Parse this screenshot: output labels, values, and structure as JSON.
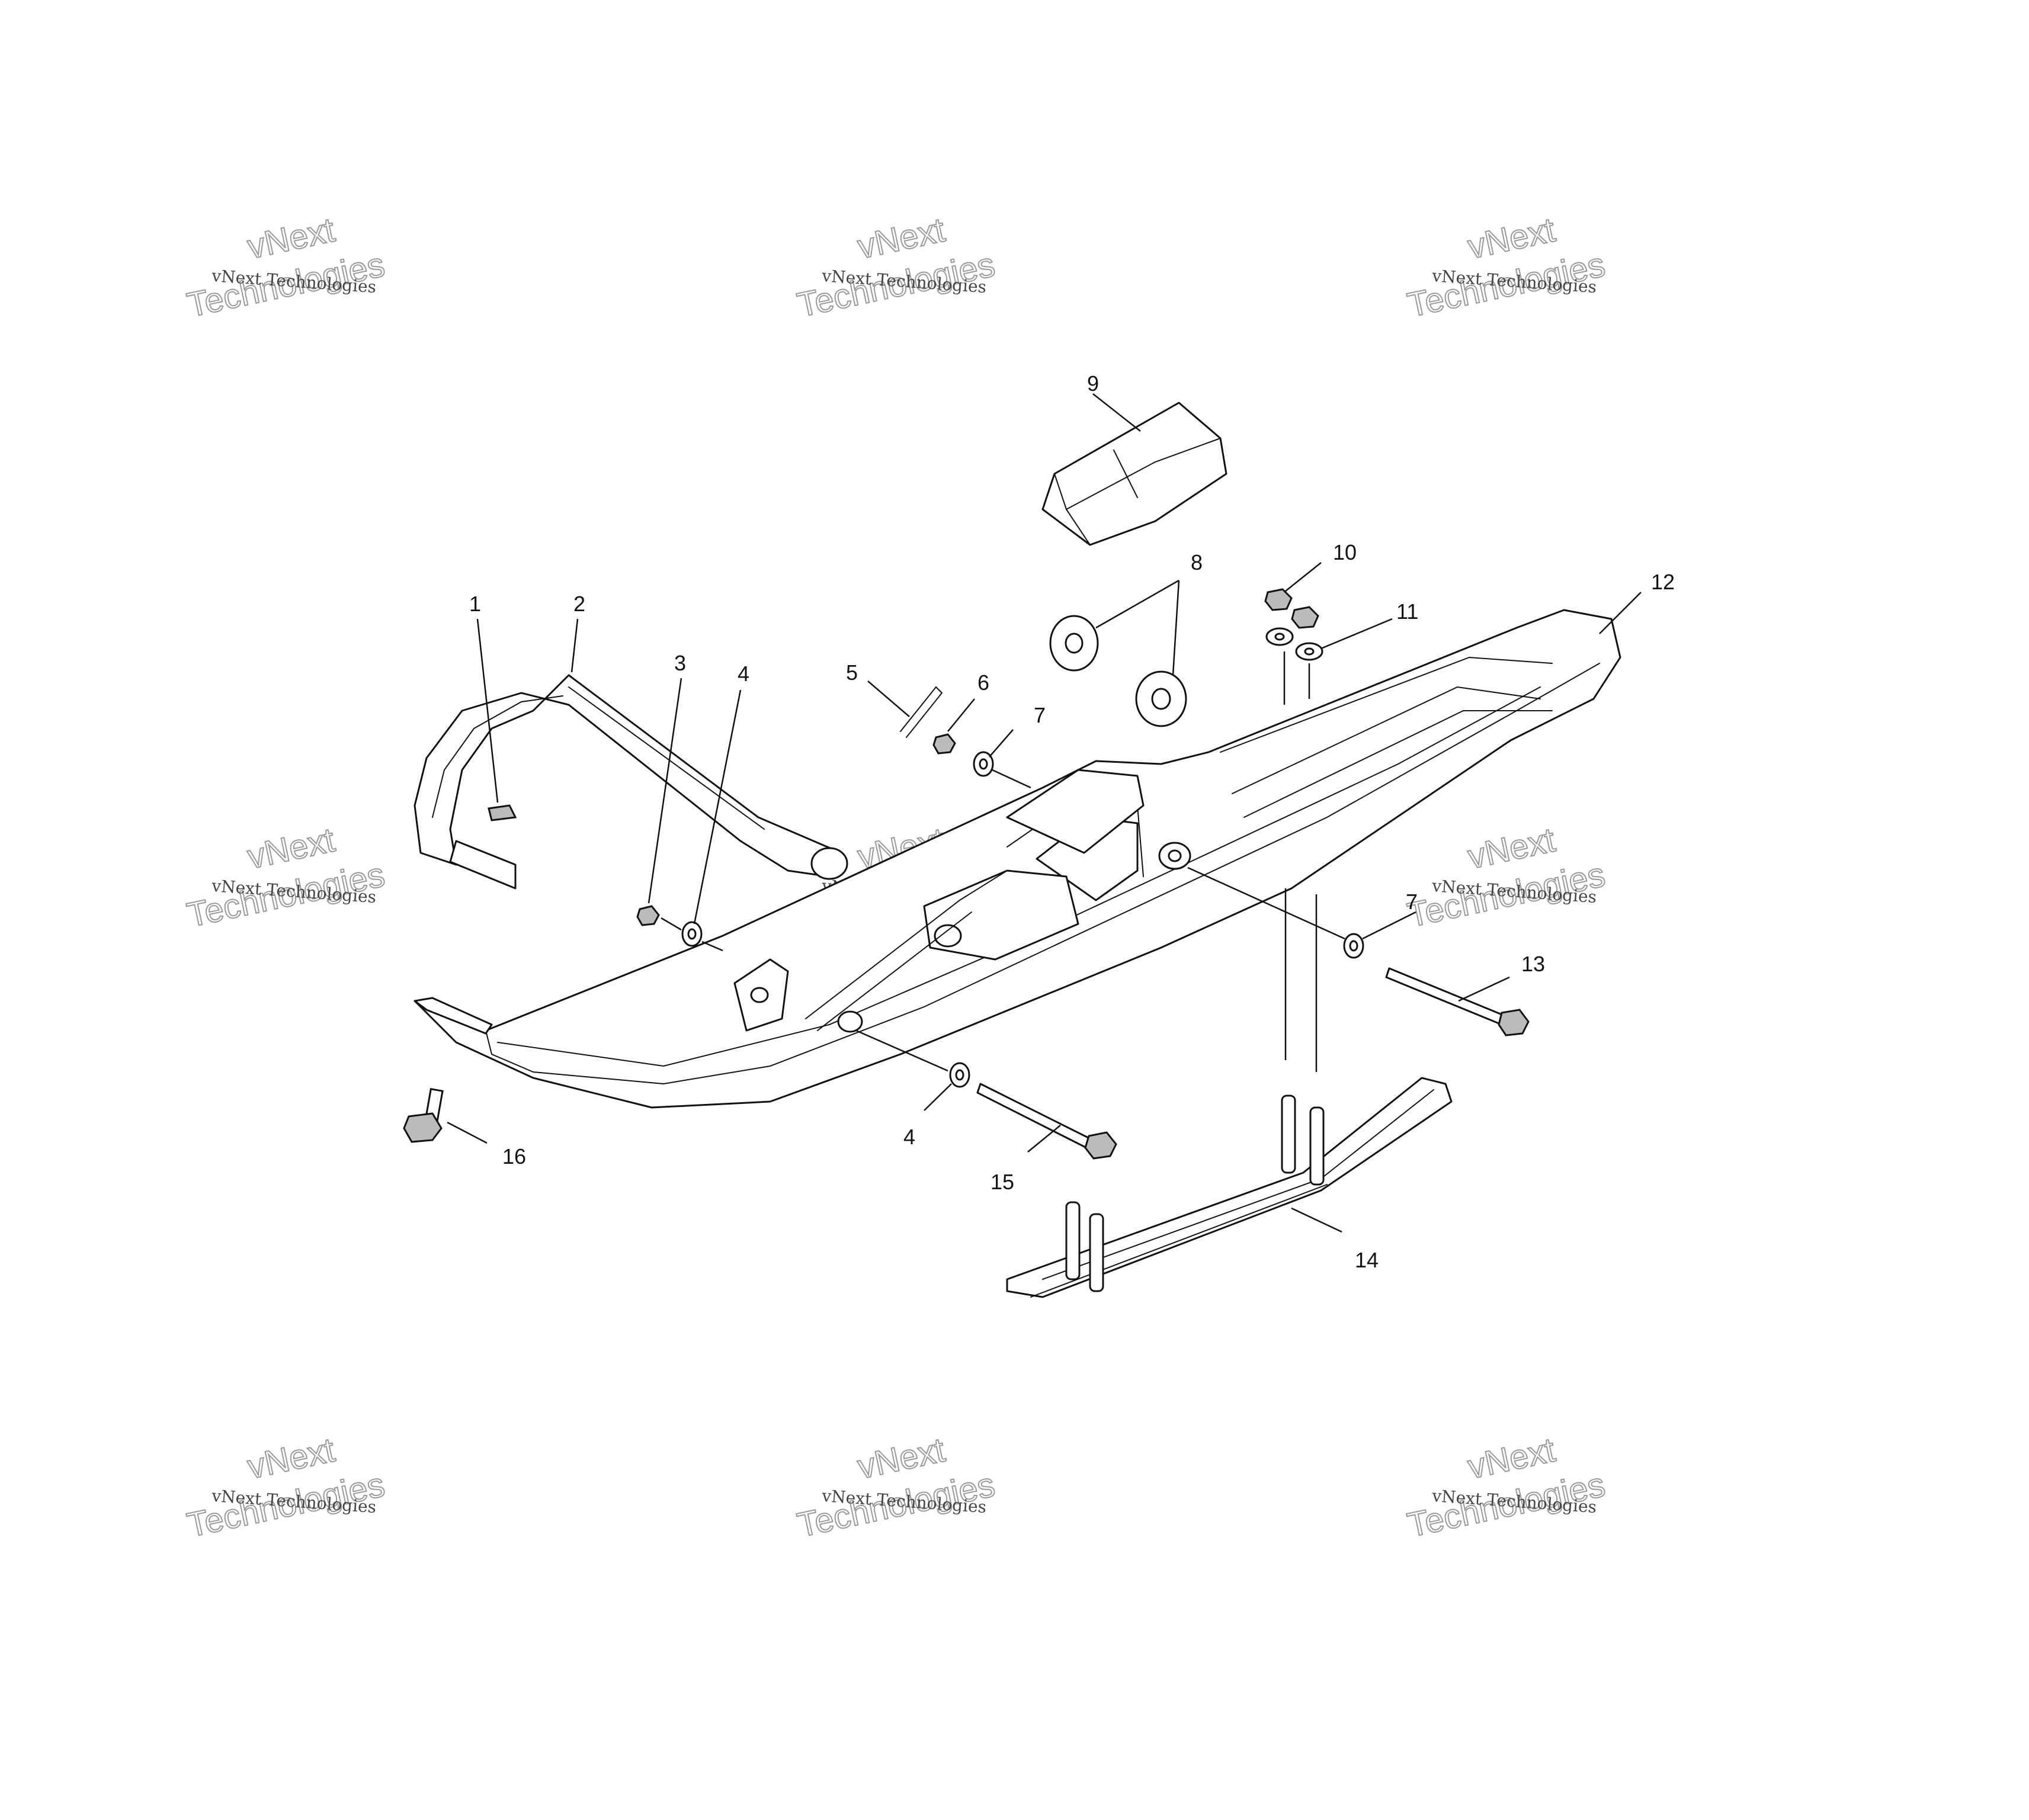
{
  "watermark": {
    "line_small": "vNext Technologies",
    "line_big_1": "vNext",
    "line_big_2": "Technologies"
  },
  "callouts": [
    "1",
    "2",
    "3",
    "4",
    "5",
    "6",
    "7",
    "8",
    "9",
    "10",
    "11",
    "12",
    "13",
    "4",
    "15",
    "16",
    "7",
    "14"
  ],
  "colors": {
    "ink": "#111111",
    "watermark": "#9a9a9a",
    "background": "#ffffff"
  }
}
